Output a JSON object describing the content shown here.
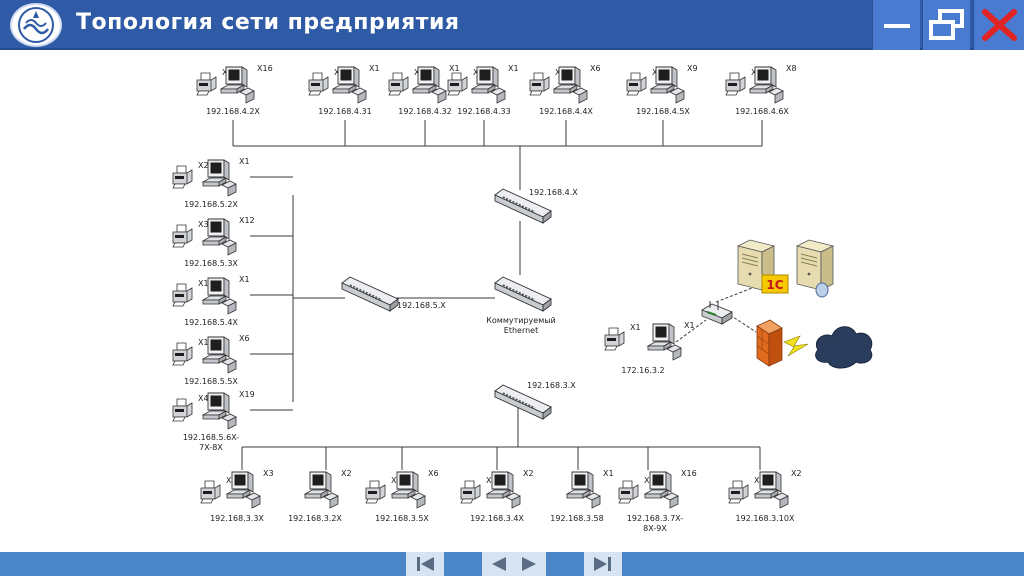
{
  "window": {
    "title": "Топология сети предприятия",
    "colors": {
      "titlebar": "#2e5aa6",
      "buttons": "#4a7bd0",
      "close_x": "#e02424",
      "bottombar": "#4a86c8"
    }
  },
  "diagram": {
    "top_row": [
      {
        "printers": "X4",
        "pcs": "X16",
        "ip": "192.168.4.2X"
      },
      {
        "printers": "X1",
        "pcs": "X1",
        "ip": "192.168.4.31"
      },
      {
        "printers": "X1",
        "pcs": "X1",
        "ip": "192.168.4.32"
      },
      {
        "printers": "X1",
        "pcs": "X1",
        "ip": "192.168.4.33"
      },
      {
        "printers": "X2",
        "pcs": "X6",
        "ip": "192.168.4.4X"
      },
      {
        "printers": "X2",
        "pcs": "X9",
        "ip": "192.168.4.5X"
      },
      {
        "printers": "X2",
        "pcs": "X8",
        "ip": "192.168.4.6X"
      }
    ],
    "left_column": [
      {
        "printers": "X2",
        "pcs": "X1",
        "ip": "192.168.5.2X"
      },
      {
        "printers": "X3",
        "pcs": "X12",
        "ip": "192.168.5.3X"
      },
      {
        "printers": "X1",
        "pcs": "X1",
        "ip": "192.168.5.4X"
      },
      {
        "printers": "X1",
        "pcs": "X6",
        "ip": "192.168.5.5X"
      },
      {
        "printers": "X4",
        "pcs": "X19",
        "ip": "192.168.5.6X-",
        "ip2": "7X-8X"
      }
    ],
    "bottom_row": [
      {
        "printers": "X1",
        "pcs": "X3",
        "ip": "192.168.3.3X"
      },
      {
        "printers": "",
        "pcs": "X2",
        "ip": "192.168.3.2X"
      },
      {
        "printers": "X2",
        "pcs": "X6",
        "ip": "192.168.3.5X"
      },
      {
        "printers": "X1",
        "pcs": "X2",
        "ip": "192.168.3.4X"
      },
      {
        "printers": "",
        "pcs": "X1",
        "ip": "192.168.3.58"
      },
      {
        "printers": "X3",
        "pcs": "X16",
        "ip": "192.168.3.7X-",
        "ip2": "8X-9X"
      },
      {
        "printers": "X1",
        "pcs": "X2",
        "ip": "192.168.3.10X"
      }
    ],
    "server_group": {
      "printers": "X1",
      "pcs": "X1",
      "ip": "172.16.3.2",
      "logo": "1С"
    },
    "switches": {
      "sw4": "192.168.4.X",
      "sw5": "192.168.5.X",
      "sw3": "192.168.3.X",
      "core_line1": "Коммутируемый",
      "core_line2": "Ethernet"
    }
  },
  "icons": {
    "logo": "company-logo-icon",
    "minimize": "minimize-icon",
    "restore": "restore-icon",
    "close": "close-icon",
    "first": "first-slide-icon",
    "prev": "previous-slide-icon",
    "next": "next-slide-icon",
    "last": "last-slide-icon"
  }
}
